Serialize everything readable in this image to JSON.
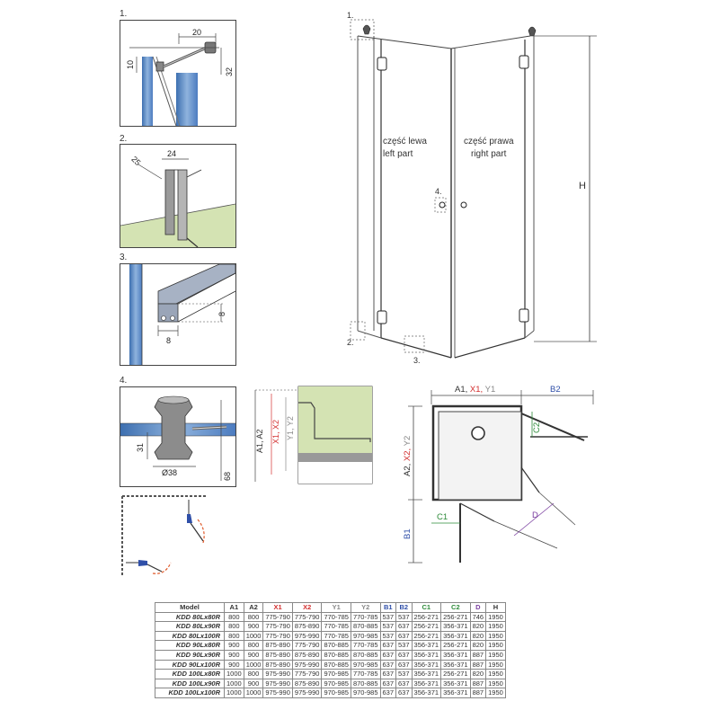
{
  "steps": [
    "1.",
    "2.",
    "3.",
    "4."
  ],
  "detail1": {
    "dim_horizontal": "20",
    "dim_left": "10",
    "dim_right": "32"
  },
  "detail2": {
    "dim_angle": "25",
    "dim_width": "24"
  },
  "detail3": {
    "dim_vertical": "8",
    "dim_horizontal": "8"
  },
  "detail4": {
    "dim_height": "31",
    "dim_diameter": "Ø38",
    "dim_total": "68"
  },
  "elevation": {
    "callouts": [
      "1.",
      "2.",
      "3.",
      "4."
    ],
    "left_part_pl": "część lewa",
    "left_part_en": "left part",
    "right_part_pl": "część prawa",
    "right_part_en": "right part",
    "height_label": "H"
  },
  "profile_labels": {
    "a": "A1, A2",
    "x": "X1, X2",
    "y": "Y1, Y2"
  },
  "plan": {
    "top_a": "A1, ",
    "top_x": "X1, ",
    "top_y": "Y1",
    "top_b": "B2",
    "side_a": "A2, ",
    "side_x": "X2, ",
    "side_y": "Y2",
    "c1": "C1",
    "c2": "C2",
    "d": "D",
    "b1": "B1"
  },
  "table": {
    "headers": [
      "Model",
      "A1",
      "A2",
      "X1",
      "X2",
      "Y1",
      "Y2",
      "B1",
      "B2",
      "C1",
      "C2",
      "D",
      "H"
    ],
    "rows": [
      [
        "KDD 80Lx80R",
        "800",
        "800",
        "775-790",
        "775-790",
        "770-785",
        "770-785",
        "537",
        "537",
        "256-271",
        "256-271",
        "746",
        "1950"
      ],
      [
        "KDD 80Lx90R",
        "800",
        "900",
        "775-790",
        "875-890",
        "770-785",
        "870-885",
        "537",
        "637",
        "256-271",
        "356-371",
        "820",
        "1950"
      ],
      [
        "KDD 80Lx100R",
        "800",
        "1000",
        "775-790",
        "975-990",
        "770-785",
        "970-985",
        "537",
        "637",
        "256-271",
        "356-371",
        "820",
        "1950"
      ],
      [
        "KDD 90Lx80R",
        "900",
        "800",
        "875-890",
        "775-790",
        "870-885",
        "770-785",
        "637",
        "537",
        "356-371",
        "256-271",
        "820",
        "1950"
      ],
      [
        "KDD 90Lx90R",
        "900",
        "900",
        "875-890",
        "875-890",
        "870-885",
        "870-885",
        "637",
        "637",
        "356-371",
        "356-371",
        "887",
        "1950"
      ],
      [
        "KDD 90Lx100R",
        "900",
        "1000",
        "875-890",
        "975-990",
        "870-885",
        "970-985",
        "637",
        "637",
        "356-371",
        "356-371",
        "887",
        "1950"
      ],
      [
        "KDD 100Lx80R",
        "1000",
        "800",
        "975-990",
        "775-790",
        "970-985",
        "770-785",
        "637",
        "537",
        "356-371",
        "256-271",
        "820",
        "1950"
      ],
      [
        "KDD 100Lx90R",
        "1000",
        "900",
        "975-990",
        "875-890",
        "970-985",
        "870-885",
        "637",
        "637",
        "356-371",
        "356-371",
        "887",
        "1950"
      ],
      [
        "KDD 100Lx100R",
        "1000",
        "1000",
        "975-990",
        "975-990",
        "970-985",
        "970-985",
        "637",
        "637",
        "356-371",
        "356-371",
        "887",
        "1950"
      ]
    ]
  }
}
